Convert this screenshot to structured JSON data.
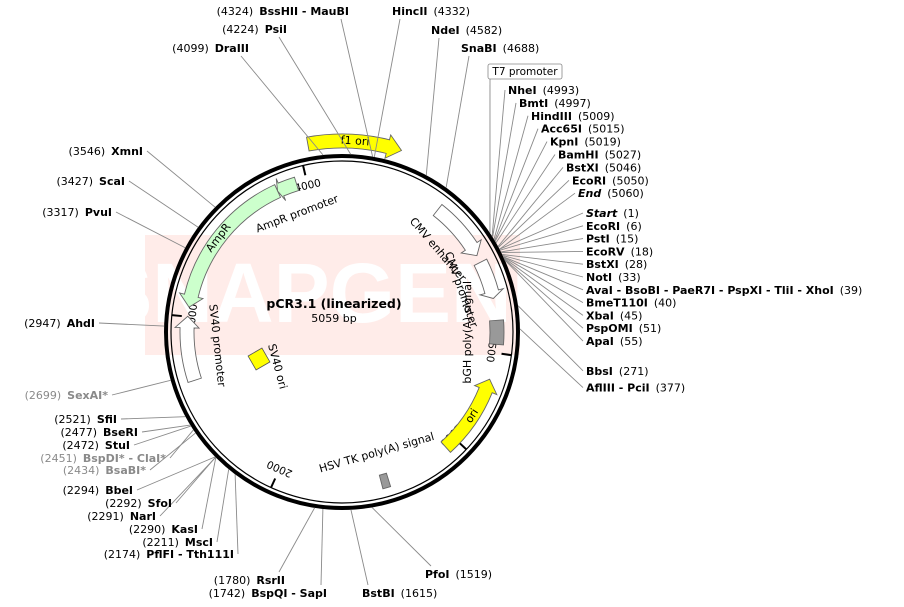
{
  "plasmid": {
    "name": "pCR3.1 (linearized)",
    "length_label": "5059 bp",
    "length": 5059
  },
  "watermark": "SNAPGENE",
  "tick_labels": [
    {
      "label": "500",
      "pos": 500
    },
    {
      "label": "1000",
      "pos": 1000
    },
    {
      "label": "2000",
      "pos": 2000
    },
    {
      "label": "3000",
      "pos": 3000
    },
    {
      "label": "4000",
      "pos": 4000
    }
  ],
  "features": [
    {
      "name": "CMV enhancer",
      "color": "#ffffff",
      "start": 4720,
      "end": 5035,
      "lane": 1,
      "dir": "cw",
      "label_side": "in"
    },
    {
      "name": "f1 ori",
      "color": "#ffff00",
      "start": 4040,
      "end": 4440,
      "lane": 2,
      "dir": "cw",
      "label_side": "on"
    },
    {
      "name": "CMV promoter",
      "color": "#ffffff",
      "start": 15,
      "end": 215,
      "lane": 1,
      "dir": "cw",
      "label_side": "in"
    },
    {
      "name": "T7 promoter",
      "color": "#ffffff",
      "start": 4975,
      "end": 4995,
      "lane": 1,
      "dir": "cw",
      "label_side": "out"
    },
    {
      "name": "bGH poly(A) signal",
      "color": "#999999",
      "start": 330,
      "end": 455,
      "lane": 1,
      "dir": "none",
      "label_side": "in"
    },
    {
      "name": "ori",
      "color": "#ffff00",
      "start": 640,
      "end": 1065,
      "lane": 1,
      "dir": "ccw",
      "label_side": "on"
    },
    {
      "name": "HSV TK poly(A) signal",
      "color": "#999999",
      "start": 1410,
      "end": 1450,
      "lane": 1,
      "dir": "none",
      "label_side": "in"
    },
    {
      "name": "SV40 promoter",
      "color": "#ffffff",
      "start": 2665,
      "end": 3002,
      "lane": 1,
      "dir": "cw",
      "label_side": "in"
    },
    {
      "name": "SV40 ori",
      "color": "#ffff00",
      "start": 1,
      "end": 1,
      "lane": 0,
      "dir": "none",
      "label_side": "in"
    },
    {
      "name": "AmpR",
      "color": "#ccffcc",
      "start": 3050,
      "end": 3840,
      "lane": 1,
      "dir": "ccw",
      "label_side": "on"
    },
    {
      "name": "AmpR promoter",
      "color": "#ccffcc",
      "start": 3840,
      "end": 3945,
      "lane": 1,
      "dir": "ccw",
      "label_side": "in"
    }
  ],
  "sites_right": [
    {
      "name": "Start",
      "pos": "(1)",
      "style": "bold-italic",
      "bp": 1
    },
    {
      "name": "EcoRI",
      "pos": "(6)",
      "style": "normal",
      "bp": 6
    },
    {
      "name": "PstI",
      "pos": "(15)",
      "style": "bold",
      "bp": 15
    },
    {
      "name": "EcoRV",
      "pos": "(18)",
      "style": "bold",
      "bp": 18
    },
    {
      "name": "BstXI",
      "pos": "(28)",
      "style": "normal",
      "bp": 28
    },
    {
      "name": "NotI",
      "pos": "(33)",
      "style": "bold",
      "bp": 33
    },
    {
      "name": "AvaI - BsoBI - PaeR7I - PspXI - TliI - XhoI",
      "pos": "(39)",
      "style": "bold",
      "bp": 39
    },
    {
      "name": "BmeT110I",
      "pos": "(40)",
      "style": "bold",
      "bp": 40
    },
    {
      "name": "XbaI",
      "pos": "(45)",
      "style": "bold",
      "bp": 45
    },
    {
      "name": "PspOMI",
      "pos": "(51)",
      "style": "bold",
      "bp": 51
    },
    {
      "name": "ApaI",
      "pos": "(55)",
      "style": "bold",
      "bp": 55
    },
    {
      "name": "BbsI",
      "pos": "(271)",
      "style": "bold",
      "bp": 271
    },
    {
      "name": "AflIII - PciI",
      "pos": "(377)",
      "style": "bold",
      "bp": 377
    }
  ],
  "sites_upper_right": [
    {
      "name": "NheI",
      "pos": "(4993)",
      "style": "bold",
      "bp": 4993
    },
    {
      "name": "BmtI",
      "pos": "(4997)",
      "style": "bold",
      "bp": 4997
    },
    {
      "name": "HindIII",
      "pos": "(5009)",
      "style": "bold",
      "bp": 5009
    },
    {
      "name": "Acc65I",
      "pos": "(5015)",
      "style": "bold",
      "bp": 5015
    },
    {
      "name": "KpnI",
      "pos": "(5019)",
      "style": "bold",
      "bp": 5019
    },
    {
      "name": "BamHI",
      "pos": "(5027)",
      "style": "bold",
      "bp": 5027
    },
    {
      "name": "BstXI",
      "pos": "(5046)",
      "style": "normal",
      "bp": 5046
    },
    {
      "name": "EcoRI",
      "pos": "(5050)",
      "style": "normal",
      "bp": 5050
    },
    {
      "name": "End",
      "pos": "(5060)",
      "style": "bold-italic",
      "bp": 5060
    }
  ],
  "sites_top": [
    {
      "name": "BssHII - MauBI",
      "pos": "(4324)",
      "style": "bold",
      "bp": 4324,
      "side": "left"
    },
    {
      "name": "PsiI",
      "pos": "(4224)",
      "style": "bold",
      "bp": 4224,
      "side": "left"
    },
    {
      "name": "DraIII",
      "pos": "(4099)",
      "style": "bold",
      "bp": 4099,
      "side": "left"
    },
    {
      "name": "HincII",
      "pos": "(4332)",
      "style": "bold",
      "bp": 4332,
      "side": "right"
    },
    {
      "name": "NdeI",
      "pos": "(4582)",
      "style": "bold",
      "bp": 4582,
      "side": "right"
    },
    {
      "name": "SnaBI",
      "pos": "(4688)",
      "style": "bold",
      "bp": 4688,
      "side": "right"
    }
  ],
  "sites_left": [
    {
      "name": "XmnI",
      "pos": "(3546)",
      "style": "bold",
      "bp": 3546
    },
    {
      "name": "ScaI",
      "pos": "(3427)",
      "style": "bold",
      "bp": 3427
    },
    {
      "name": "PvuI",
      "pos": "(3317)",
      "style": "bold",
      "bp": 3317
    },
    {
      "name": "AhdI",
      "pos": "(2947)",
      "style": "bold",
      "bp": 2947
    },
    {
      "name": "SexAI*",
      "pos": "(2699)",
      "style": "dim",
      "bp": 2699
    },
    {
      "name": "SfiI",
      "pos": "(2521)",
      "style": "bold",
      "bp": 2521
    },
    {
      "name": "BseRI",
      "pos": "(2477)",
      "style": "bold",
      "bp": 2477
    },
    {
      "name": "StuI",
      "pos": "(2472)",
      "style": "bold",
      "bp": 2472
    },
    {
      "name": "BspDI* - ClaI*",
      "pos": "(2451)",
      "style": "dim",
      "bp": 2451
    },
    {
      "name": "BsaBI*",
      "pos": "(2434)",
      "style": "dim",
      "bp": 2434
    },
    {
      "name": "BbeI",
      "pos": "(2294)",
      "style": "bold",
      "bp": 2294
    },
    {
      "name": "SfoI",
      "pos": "(2292)",
      "style": "bold",
      "bp": 2292
    },
    {
      "name": "NarI",
      "pos": "(2291)",
      "style": "bold",
      "bp": 2291
    },
    {
      "name": "KasI",
      "pos": "(2290)",
      "style": "bold",
      "bp": 2290
    },
    {
      "name": "MscI",
      "pos": "(2211)",
      "style": "bold",
      "bp": 2211
    },
    {
      "name": "PflFI - Tth111I",
      "pos": "(2174)",
      "style": "bold",
      "bp": 2174
    }
  ],
  "sites_bottom": [
    {
      "name": "RsrII",
      "pos": "(1780)",
      "style": "bold",
      "bp": 1780,
      "side": "left"
    },
    {
      "name": "BspQI - SapI",
      "pos": "(1742)",
      "style": "bold",
      "bp": 1742,
      "side": "left"
    },
    {
      "name": "BstBI",
      "pos": "(1615)",
      "style": "bold",
      "bp": 1615,
      "side": "right"
    },
    {
      "name": "PfoI",
      "pos": "(1519)",
      "style": "bold",
      "bp": 1519,
      "side": "right"
    }
  ]
}
